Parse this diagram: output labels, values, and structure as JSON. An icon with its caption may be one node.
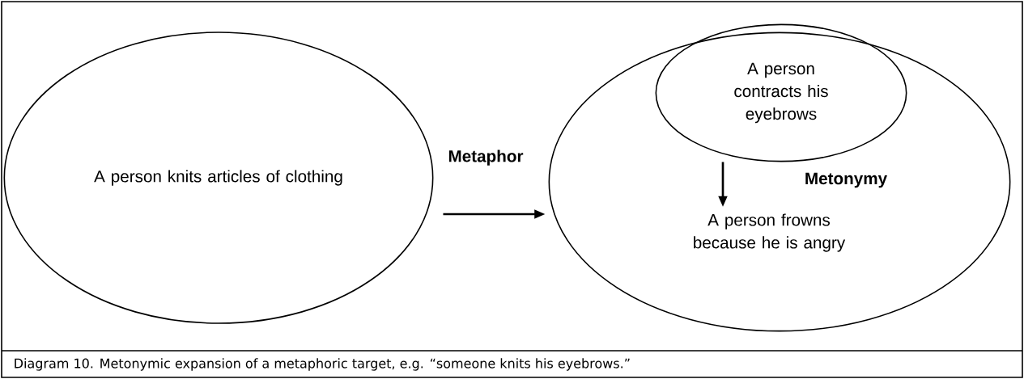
{
  "diagram": {
    "caption": "Diagram 10. Metonymic expansion of a metaphoric target, e.g. “someone knits his eyebrows.”",
    "nodes": [
      {
        "text": [
          "A person knits articles of clothing"
        ]
      },
      {
        "text": [],
        "shape": "circle"
      },
      {
        "text": [
          "A person contracts his eyebrows"
        ],
        "in": 1
      },
      {
        "text": [
          "A person frowns because he is angry"
        ],
        "in": 1
      }
    ],
    "edges": [
      {
        "from": 0,
        "to": 1,
        "arrow": "to",
        "label": "Metaphor"
      },
      {
        "from": 2,
        "to": 3,
        "arrow": "to",
        "label": "Metonymy"
      }
    ]
  }
}
